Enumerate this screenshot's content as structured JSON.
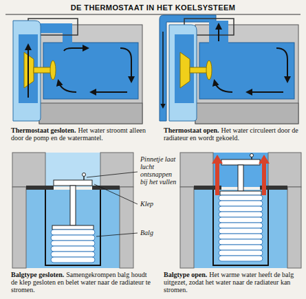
{
  "diagram": {
    "title": "DE THERMOSTAAT IN HET KOELSYSTEEM",
    "labels": [
      "Thermostaat gesloten.",
      "Het water stroomt alleen door de pomp en de watermantel.",
      "Thermostaat open.",
      "Het water circuleert door de radiateur en wordt gekoeld.",
      "Pinnetje laat lucht ontsnappen bij het vullen",
      "Klep",
      "Balg",
      "Balgtype gesloten.",
      "Samengekrompen balg houdt de klep gesloten en belet water naar de radiateur te stromen.",
      "Balgtype open.",
      "Het warme water heeft de balg uitgezet, zodat het water naar de radiateur kan stromen."
    ]
  }
}
